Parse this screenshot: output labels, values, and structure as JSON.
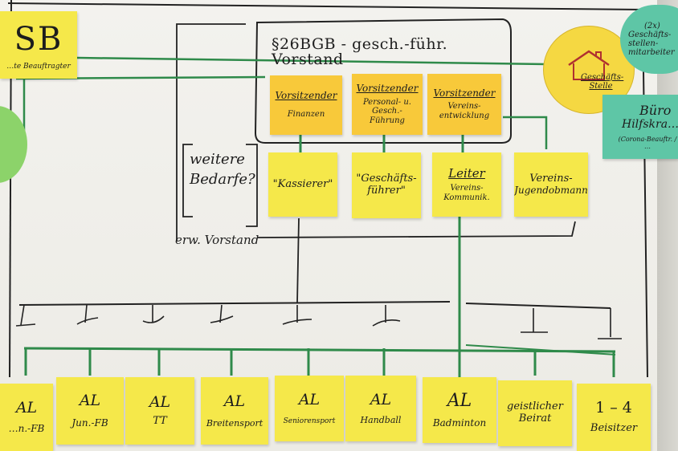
{
  "header": {
    "title": "§26BGB - gesch.-führ. Vorstand",
    "side_label_left": "SB",
    "side_sub_left": "…te Beauftragter",
    "weitere": "weitere Bedarfe?",
    "erw_vorstand": "erw. Vorstand"
  },
  "vorstand": [
    {
      "title": "Vorsitzender",
      "sub": "Finanzen"
    },
    {
      "title": "Vorsitzender",
      "sub": "Personal- u. Gesch.-Führung"
    },
    {
      "title": "Vorsitzender",
      "sub": "Vereins-entwicklung"
    }
  ],
  "erweitert": [
    {
      "line1": "\"Kassierer\"",
      "line2": ""
    },
    {
      "line1": "\"Geschäfts-",
      "line2": "führer\""
    },
    {
      "line1": "Leiter",
      "line2": "Vereins-Kommunik."
    },
    {
      "line1": "Vereins-",
      "line2": "Jugendobmann"
    }
  ],
  "geschaeftsstelle": {
    "label": "Geschäfts-Stelle",
    "count": "(2x)",
    "sub": "Geschäfts-stellen-mitarbeiter"
  },
  "buero": {
    "title": "Büro",
    "sub": "Hilfskra…",
    "note": "(Corona-Beauftr. / …"
  },
  "abteilungen": [
    {
      "top": "AL",
      "bottom": "…n.-FB"
    },
    {
      "top": "AL",
      "bottom": "Jun.-FB"
    },
    {
      "top": "AL",
      "bottom": "TT"
    },
    {
      "top": "AL",
      "bottom": "Breitensport"
    },
    {
      "top": "AL",
      "bottom": "Seniorensport"
    },
    {
      "top": "AL",
      "bottom": "Handball"
    },
    {
      "top": "AL",
      "bottom": "Badminton"
    },
    {
      "top": "geistlicher",
      "bottom": "Beirat"
    },
    {
      "top": "1 – 4",
      "bottom": "Beisitzer"
    }
  ],
  "colors": {
    "sticky_yellow": "#f5e84a",
    "sticky_orange": "#f8c93a",
    "green_line": "#2f8a4a",
    "teal_card": "#5ec6a6",
    "green_circle": "#8cd36a"
  }
}
